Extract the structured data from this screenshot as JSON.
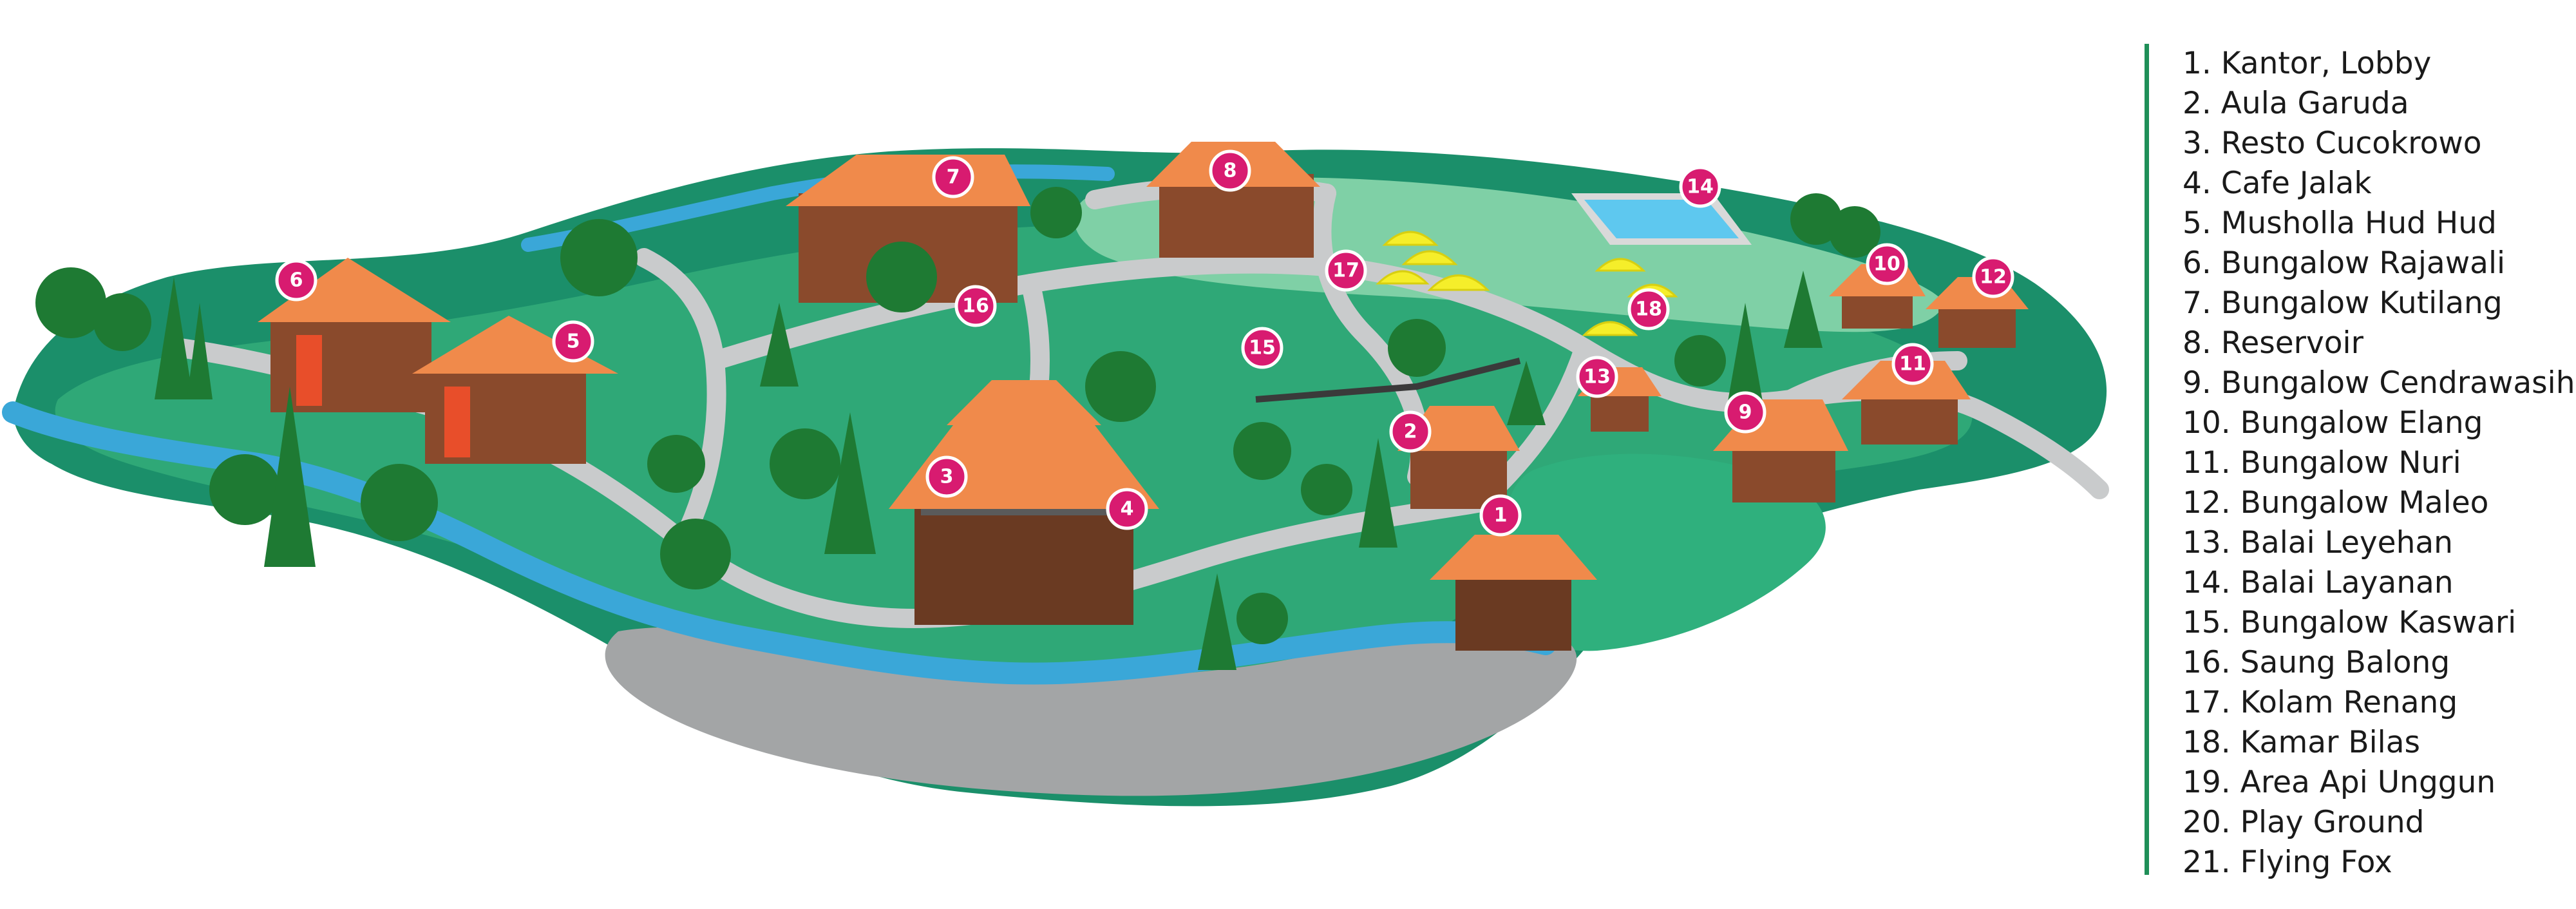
{
  "colors": {
    "ground_dark": "#1b8f6a",
    "ground_mid": "#2fa877",
    "ground_light": "#7fd0a6",
    "road": "#c9cbcc",
    "plaza": "#a3a5a6",
    "water": "#3aa7d8",
    "roof": "#f08a4b",
    "wall": "#8a4a2c",
    "tent": "#f5ee2a",
    "tree": "#1e7a33",
    "pin": "#d81b70",
    "legend_border": "#1f8f58"
  },
  "markers": [
    {
      "label": "1",
      "icon": "building-icon"
    },
    {
      "label": "2",
      "icon": "building-icon"
    },
    {
      "label": "3",
      "icon": "building-icon"
    },
    {
      "label": "4",
      "icon": "building-icon"
    },
    {
      "label": "5",
      "icon": "building-icon"
    },
    {
      "label": "6",
      "icon": "building-icon"
    },
    {
      "label": "7",
      "icon": "building-icon"
    },
    {
      "label": "8",
      "icon": "building-icon"
    },
    {
      "label": "9",
      "icon": "building-icon"
    },
    {
      "label": "10",
      "icon": "building-icon"
    },
    {
      "label": "11",
      "icon": "building-icon"
    },
    {
      "label": "12",
      "icon": "building-icon"
    },
    {
      "label": "13",
      "icon": "building-icon"
    },
    {
      "label": "14",
      "icon": "pool-icon"
    },
    {
      "label": "15",
      "icon": "building-icon"
    },
    {
      "label": "16",
      "icon": "building-icon"
    },
    {
      "label": "17",
      "icon": "tent-icon"
    },
    {
      "label": "18",
      "icon": "tent-icon"
    }
  ],
  "legend": {
    "items": [
      {
        "text": "1. Kantor, Lobby"
      },
      {
        "text": "2. Aula Garuda"
      },
      {
        "text": "3. Resto Cucokrowo"
      },
      {
        "text": "4. Cafe Jalak"
      },
      {
        "text": "5. Musholla Hud Hud"
      },
      {
        "text": "6. Bungalow Rajawali"
      },
      {
        "text": "7. Bungalow Kutilang"
      },
      {
        "text": "8. Reservoir"
      },
      {
        "text": "9. Bungalow Cendrawasih"
      },
      {
        "text": "10. Bungalow Elang"
      },
      {
        "text": "11. Bungalow Nuri"
      },
      {
        "text": "12. Bungalow Maleo"
      },
      {
        "text": "13. Balai Leyehan"
      },
      {
        "text": "14. Balai Layanan"
      },
      {
        "text": "15. Bungalow Kaswari"
      },
      {
        "text": "16. Saung Balong"
      },
      {
        "text": "17. Kolam Renang"
      },
      {
        "text": "18. Kamar Bilas"
      },
      {
        "text": "19. Area Api Unggun"
      },
      {
        "text": "20. Play Ground"
      },
      {
        "text": "21. Flying Fox"
      }
    ]
  }
}
